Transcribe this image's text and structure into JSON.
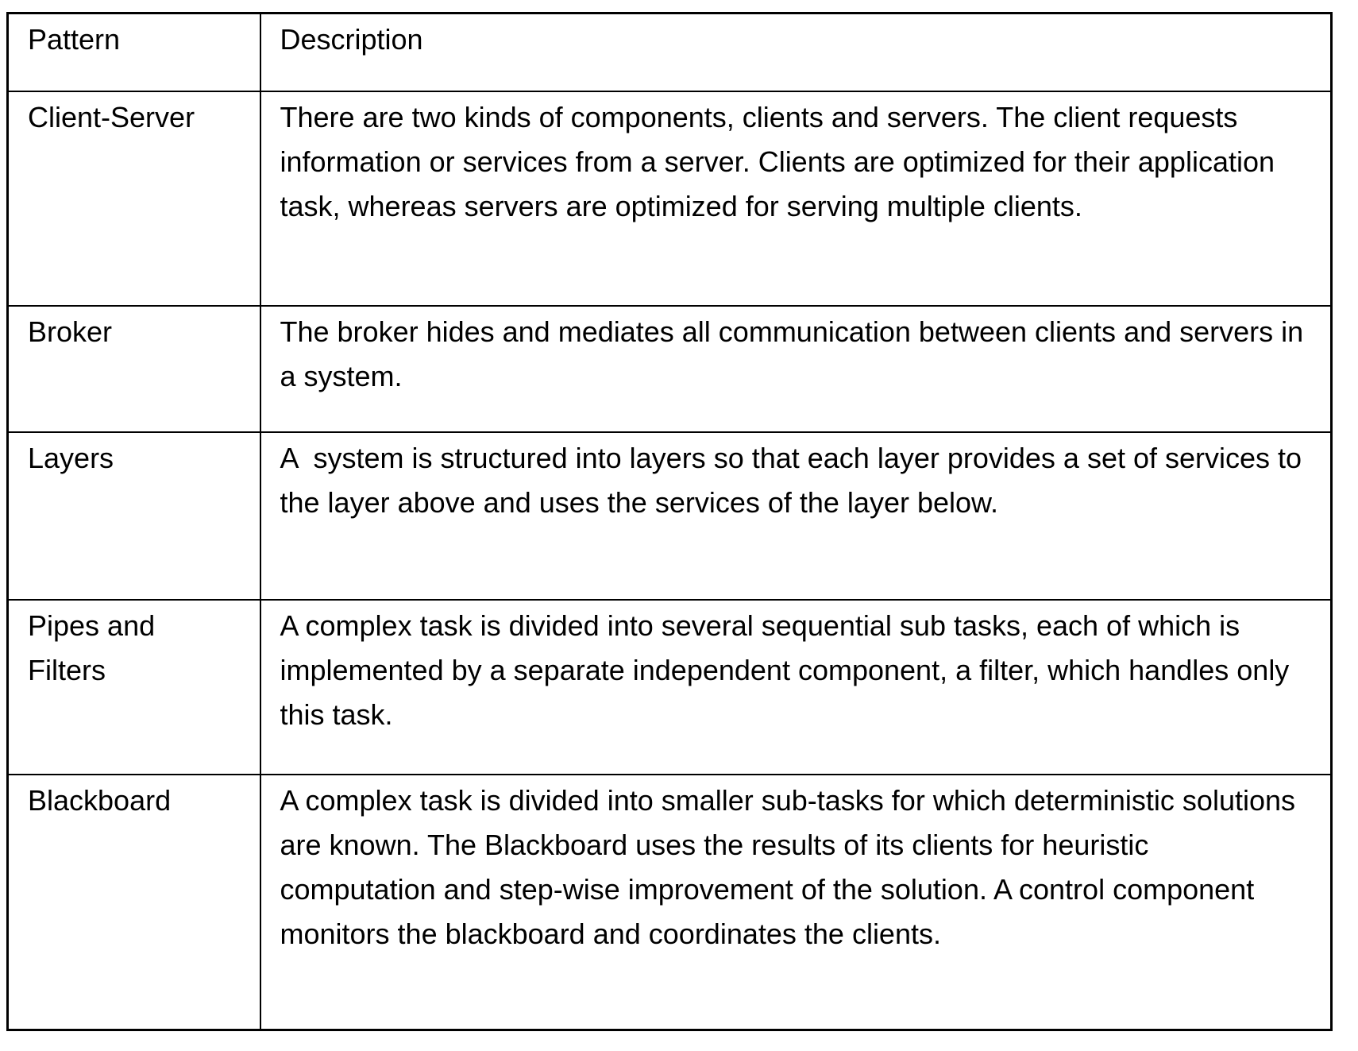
{
  "table": {
    "columns": [
      "Pattern",
      "Description"
    ],
    "rows": [
      {
        "pattern": "Client-Server",
        "description": "There are two kinds of components, clients and servers. The client requests information or services from a server. Clients are optimized for their application task, whereas servers are optimized for serving multiple clients."
      },
      {
        "pattern": "Broker",
        "description": "The broker hides and mediates all communication between clients and servers in a system."
      },
      {
        "pattern": "Layers",
        "description": "A  system is structured into layers so that each layer provides a set of services to the layer above and uses the services of the layer below."
      },
      {
        "pattern": "Pipes and Filters",
        "description": "A complex task is divided into several sequential sub tasks, each of which is implemented by a separate independent component, a filter, which handles only this task."
      },
      {
        "pattern": "Blackboard",
        "description": "A complex task is divided into smaller sub-tasks for which deterministic solutions are known. The Blackboard uses the results of its clients for heuristic computation and step-wise improvement of the solution. A control component monitors the blackboard and coordinates the clients."
      }
    ],
    "colors": {
      "border": "#000000",
      "text": "#000000",
      "background": "#ffffff"
    }
  }
}
